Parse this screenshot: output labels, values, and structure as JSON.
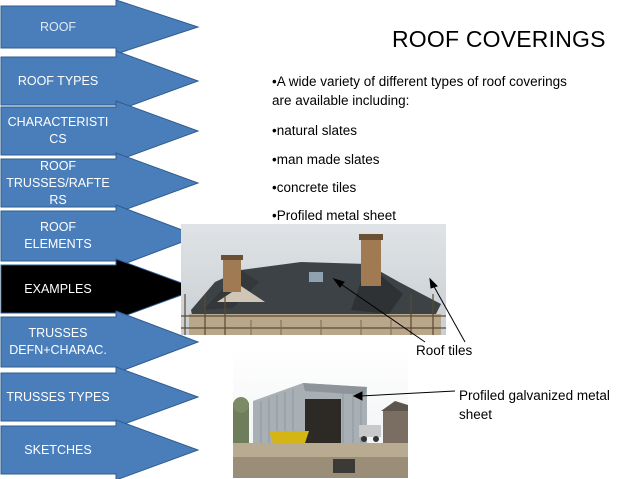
{
  "nav": [
    {
      "label": "ROOF",
      "active": false
    },
    {
      "label": "ROOF TYPES",
      "active": false
    },
    {
      "label": "CHARACTERISTI\nCS",
      "active": false
    },
    {
      "label": "ROOF\nTRUSSES/RAFTE\nRS",
      "active": false
    },
    {
      "label": "ROOF\nELEMENTS",
      "active": false
    },
    {
      "label": "EXAMPLES",
      "active": true
    },
    {
      "label": "TRUSSES\nDEFN+CHARAC.",
      "active": false
    },
    {
      "label": "TRUSSES TYPES",
      "active": false
    },
    {
      "label": "SKETCHES",
      "active": false
    }
  ],
  "title": "ROOF COVERINGS",
  "bullets": [
    "•A wide variety of different  types of roof coverings are available including:",
    "•natural slates",
    "•man made slates",
    "•concrete tiles",
    "•Profiled metal sheet"
  ],
  "captions": {
    "roof_tiles": "Roof tiles",
    "metal_sheet": "Profiled galvanized metal sheet"
  },
  "colors": {
    "nav_fill": "#4A7EBB",
    "nav_stroke": "#2F5C8F",
    "nav_active": "#000000"
  }
}
